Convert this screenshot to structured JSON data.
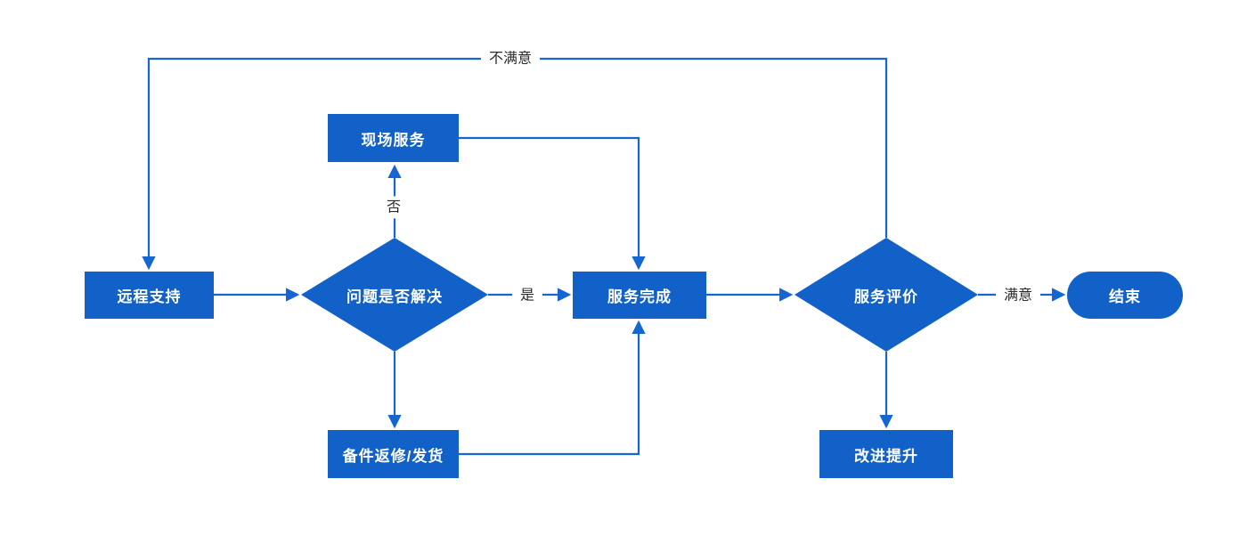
{
  "diagram": {
    "type": "flowchart",
    "background": "#FFFFFF",
    "colors": {
      "node_fill": "#1161C8",
      "connector": "#1565D2",
      "node_text": "#FFFFFF",
      "edge_label_text": "#2B2B2B"
    },
    "nodes": {
      "remote_support": {
        "label": "远程支持",
        "shape": "rectangle"
      },
      "problem_solved": {
        "label": "问题是否解决",
        "shape": "diamond"
      },
      "onsite_service": {
        "label": "现场服务",
        "shape": "rectangle"
      },
      "service_complete": {
        "label": "服务完成",
        "shape": "rectangle"
      },
      "parts_repair": {
        "label": "备件返修/发货",
        "shape": "rectangle"
      },
      "service_eval": {
        "label": "服务评价",
        "shape": "diamond"
      },
      "improvement": {
        "label": "改进提升",
        "shape": "rectangle"
      },
      "end": {
        "label": "结束",
        "shape": "pill"
      }
    },
    "edge_labels": {
      "no": "否",
      "yes": "是",
      "satisfied": "满意",
      "dissatisfied": "不满意"
    },
    "edges": [
      {
        "from": "remote_support",
        "to": "problem_solved",
        "label": ""
      },
      {
        "from": "problem_solved",
        "to": "onsite_service",
        "label": "否"
      },
      {
        "from": "onsite_service",
        "to": "service_complete",
        "label": ""
      },
      {
        "from": "problem_solved",
        "to": "service_complete",
        "label": "是"
      },
      {
        "from": "problem_solved",
        "to": "parts_repair",
        "label": ""
      },
      {
        "from": "parts_repair",
        "to": "service_complete",
        "label": ""
      },
      {
        "from": "service_complete",
        "to": "service_eval",
        "label": ""
      },
      {
        "from": "service_eval",
        "to": "end",
        "label": "满意"
      },
      {
        "from": "service_eval",
        "to": "remote_support",
        "label": "不满意"
      },
      {
        "from": "service_eval",
        "to": "improvement",
        "label": ""
      }
    ]
  }
}
